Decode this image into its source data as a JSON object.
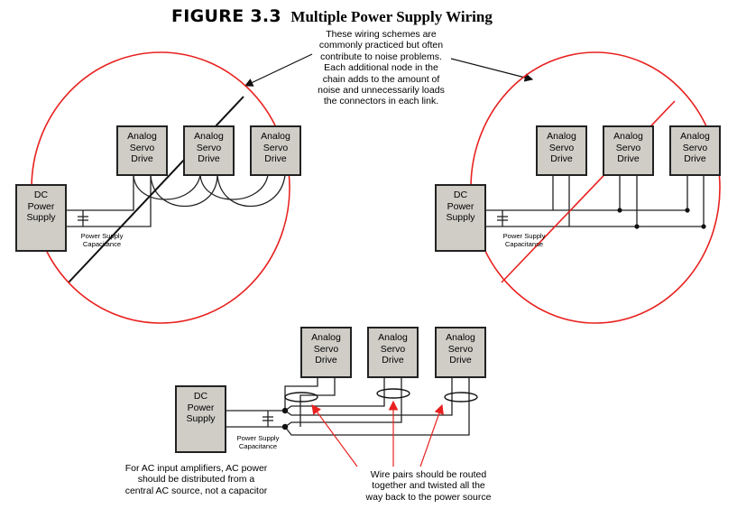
{
  "title": {
    "figure_label": "FIGURE 3.3",
    "name": "Multiple Power Supply Wiring"
  },
  "top_note": "These wiring schemes are commonly practiced but often contribute to noise problems. Each additional node in the chain adds to the amount of noise and unnecessarily loads the connectors in each link.",
  "top_note_lines": [
    "These wiring schemes are",
    "commonly practiced but often",
    "contribute to noise problems.",
    "Each additional node in the",
    "chain adds to the amount of",
    "noise and unnecessarily loads",
    "the connectors in each link."
  ],
  "labels": {
    "drive": [
      "Analog",
      "Servo",
      "Drive"
    ],
    "power_supply": [
      "DC",
      "Power",
      "Supply"
    ],
    "capacitance": [
      "Power Supply",
      "Capacitance"
    ],
    "capacitance_right": [
      "Power Supply",
      "Capacitanse"
    ]
  },
  "diagrams": [
    {
      "id": "daisy-chain",
      "status": "crossed-out",
      "drives": 3
    },
    {
      "id": "bus",
      "status": "crossed-out",
      "drives": 3
    },
    {
      "id": "star-twisted-pair",
      "status": "recommended",
      "drives": 3
    }
  ],
  "bottom_left_note": [
    "For AC input amplifiers, AC power",
    "should be distributed from a",
    "central AC source, not a capacitor"
  ],
  "bottom_right_note": [
    "Wire pairs should be routed",
    "together and twisted all the",
    "way back to the power source"
  ],
  "colors": {
    "prohibit": "#e8211f",
    "box_fill": "#cfcdc6",
    "wire": "#222222"
  }
}
